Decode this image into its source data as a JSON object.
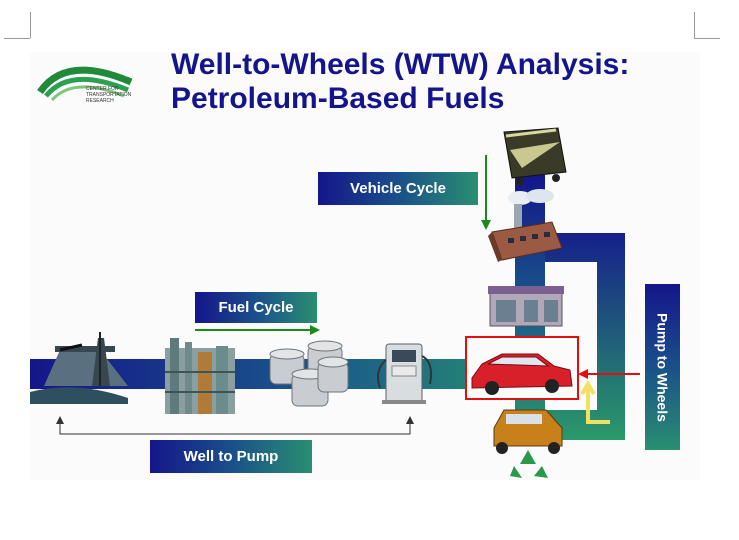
{
  "title": {
    "line1": "Well-to-Wheels (WTW) Analysis:",
    "line2": "Petroleum-Based Fuels"
  },
  "logo": {
    "text_line1": "CENTER FOR",
    "text_line2": "TRANSPORTATION RESEARCH"
  },
  "labels": {
    "vehicle_cycle": "Vehicle Cycle",
    "fuel_cycle": "Fuel Cycle",
    "well_to_pump": "Well to Pump",
    "pump_to_wheels": "Pump to Wheels"
  },
  "colors": {
    "title": "#14148c",
    "band_dark": "#14168a",
    "band_green": "#2a8f70",
    "highlight": "#e01010",
    "arrow_green": "#1a8a1a"
  },
  "icons": [
    "oil-well-icon",
    "refinery-icon",
    "fuel-barrels-icon",
    "gas-pump-icon",
    "mine-cart-icon",
    "factory-icon",
    "dealership-icon",
    "car-icon",
    "recycled-car-icon"
  ]
}
